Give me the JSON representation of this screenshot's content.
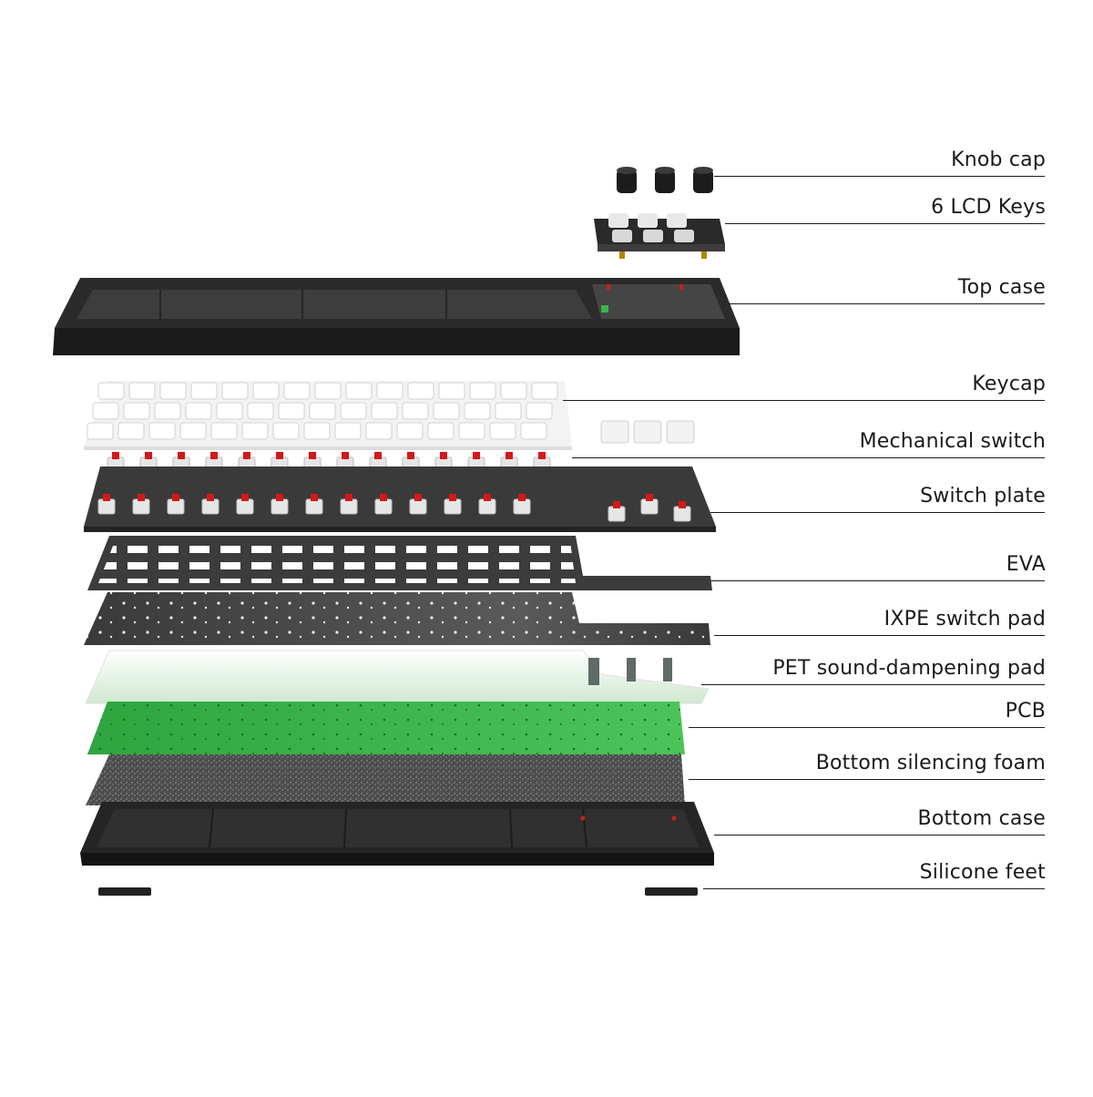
{
  "layers": [
    {
      "key": "knob-cap",
      "label": "Knob cap"
    },
    {
      "key": "lcd-keys",
      "label": "6 LCD Keys"
    },
    {
      "key": "top-case",
      "label": "Top case"
    },
    {
      "key": "keycap",
      "label": "Keycap"
    },
    {
      "key": "mechanical-switch",
      "label": "Mechanical switch"
    },
    {
      "key": "switch-plate",
      "label": "Switch plate"
    },
    {
      "key": "eva",
      "label": "EVA"
    },
    {
      "key": "ixpe-switch-pad",
      "label": "IXPE switch pad"
    },
    {
      "key": "pet-pad",
      "label": "PET sound-dampening pad"
    },
    {
      "key": "pcb",
      "label": "PCB"
    },
    {
      "key": "bottom-foam",
      "label": "Bottom silencing foam"
    },
    {
      "key": "bottom-case",
      "label": "Bottom case"
    },
    {
      "key": "silicone-feet",
      "label": "Silicone feet"
    }
  ],
  "colors": {
    "case": "#2b2b2b",
    "case_edge": "#141414",
    "keycap": "#f2f2f2",
    "switch_stem": "#d4181a",
    "switch_housing": "#e6e6e6",
    "plate": "#3a3a3a",
    "eva": "#3c3c3c",
    "ixpe": "#4a4a4a",
    "pet": "#f4f8f4",
    "pcb": "#3db54a",
    "foam": "#555555",
    "line": "#1a1a1a"
  }
}
